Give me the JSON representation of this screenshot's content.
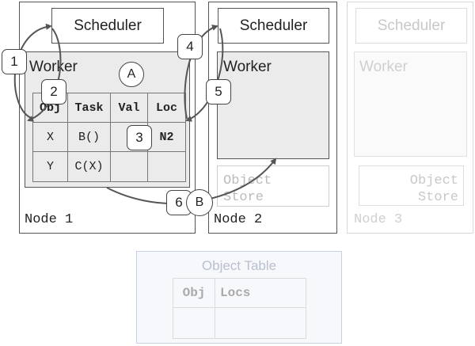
{
  "nodes": [
    {
      "label": "Node 1",
      "scheduler": "Scheduler",
      "worker": "Worker"
    },
    {
      "label": "Node 2",
      "scheduler": "Scheduler",
      "worker": "Worker",
      "store": [
        "Object",
        "Store"
      ]
    },
    {
      "label": "Node 3",
      "scheduler": "Scheduler",
      "worker": "Worker",
      "store": [
        "Object",
        "Store"
      ]
    }
  ],
  "task_table": {
    "headers": [
      "Obj",
      "Task",
      "Val",
      "Loc"
    ],
    "rows": [
      [
        "X",
        "B()",
        "",
        "N2"
      ],
      [
        "Y",
        "C(X)",
        "",
        ""
      ]
    ]
  },
  "steps": [
    "1",
    "2",
    "3",
    "4",
    "5",
    "6"
  ],
  "tasks": [
    "A",
    "B"
  ],
  "object_table": {
    "title": "Object Table",
    "headers": [
      "Obj",
      "Locs"
    ]
  },
  "colors": {
    "border": "#555555",
    "worker_fill": "#ebebeb",
    "object_table_fill": "#f7f8fc"
  }
}
